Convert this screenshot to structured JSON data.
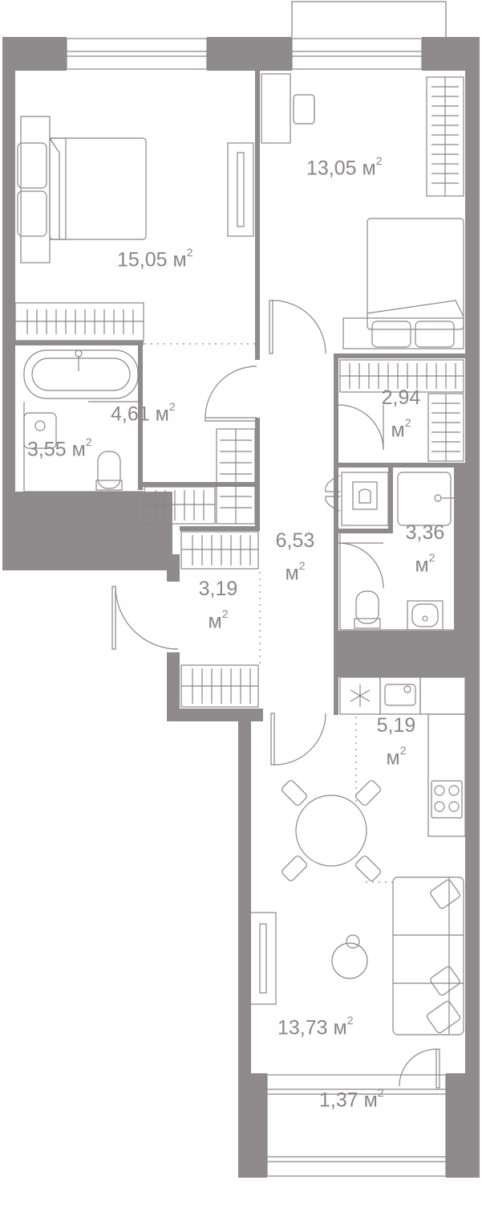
{
  "colors": {
    "wall": "#8f8a8b",
    "line": "#8c8587",
    "background": "#ffffff"
  },
  "unit": "м",
  "exponent": "2",
  "rooms": [
    {
      "id": "bedroom-1",
      "area": "15,05"
    },
    {
      "id": "bedroom-2",
      "area": "13,05"
    },
    {
      "id": "bathroom-1",
      "area": "4,61"
    },
    {
      "id": "toilet-1",
      "area": "3,55"
    },
    {
      "id": "wardrobe-1",
      "area": "2,94"
    },
    {
      "id": "hallway",
      "area": "6,53"
    },
    {
      "id": "bathroom-2",
      "area": "3,36"
    },
    {
      "id": "entrance",
      "area": "3,19"
    },
    {
      "id": "kitchen",
      "area": "5,19"
    },
    {
      "id": "living-room",
      "area": "13,73"
    },
    {
      "id": "balcony",
      "area": "1,37"
    }
  ]
}
